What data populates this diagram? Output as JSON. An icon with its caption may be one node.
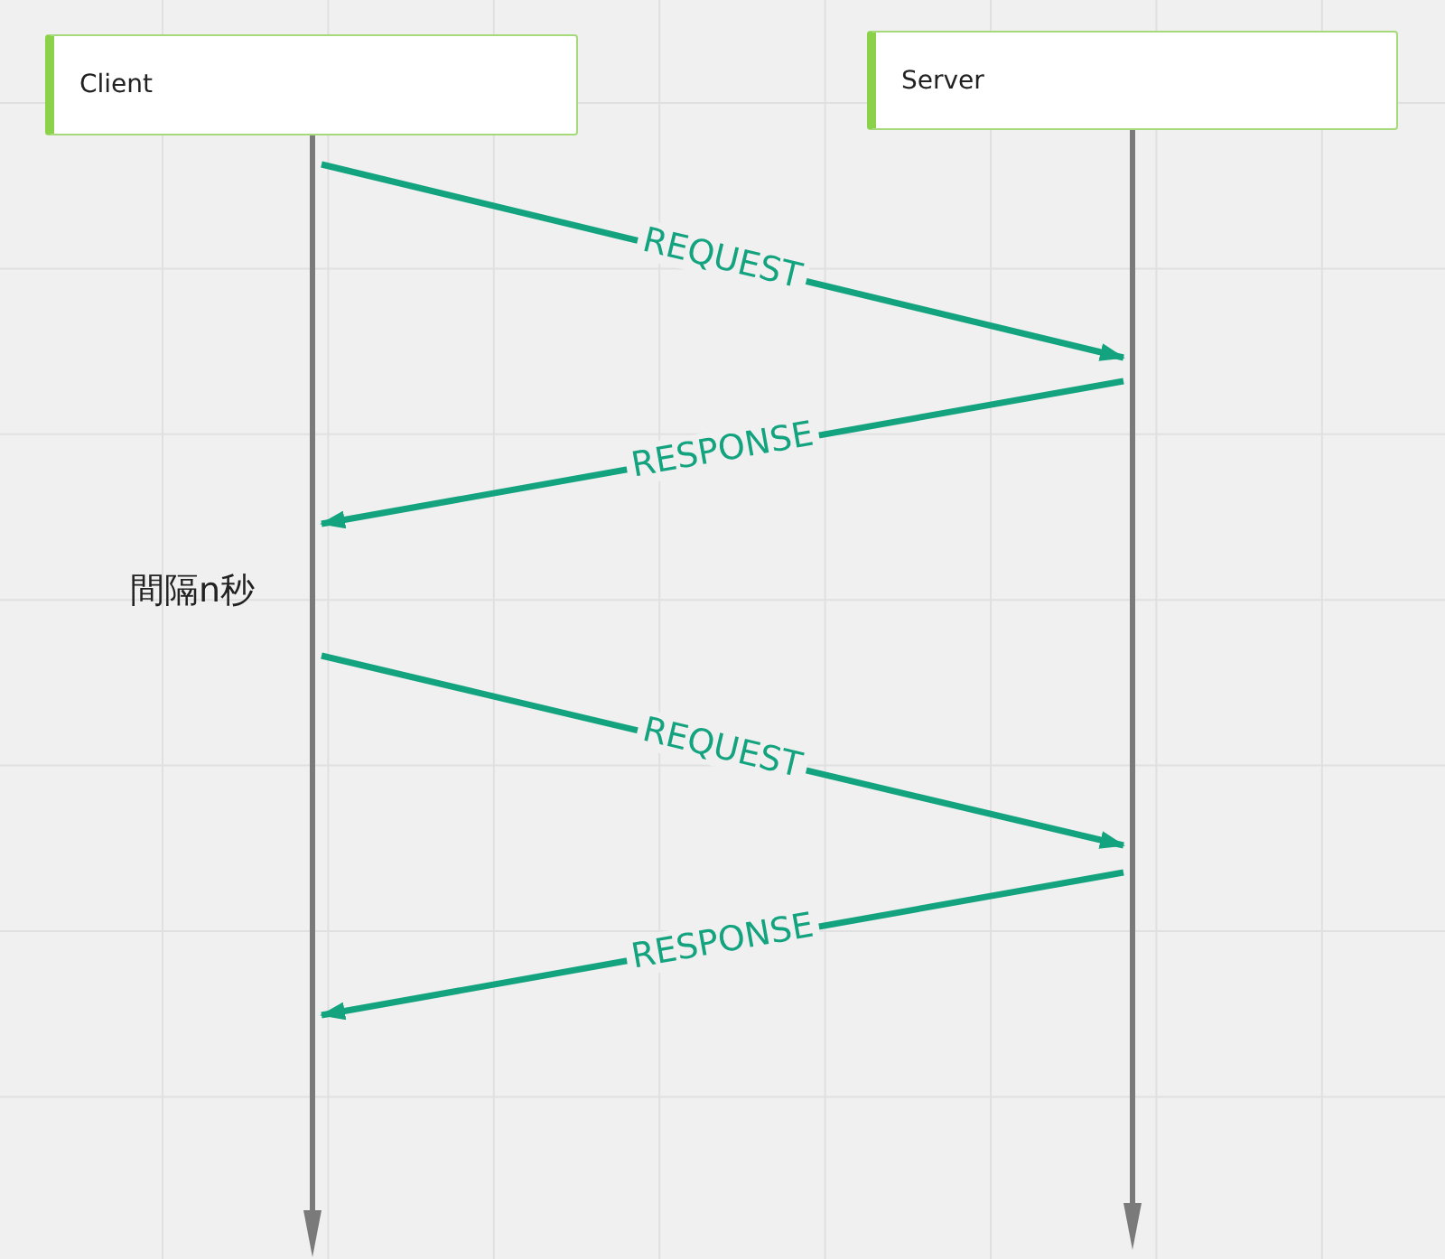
{
  "diagram": {
    "nodes": [
      {
        "text": [
          "Client"
        ]
      },
      {
        "text": [
          "Server"
        ]
      },
      {
        "text": [],
        "shape": "bar"
      },
      {
        "text": [],
        "shape": "bar"
      }
    ],
    "edges": [
      {
        "from": 2,
        "to": 3,
        "arrow": "to",
        "label": "REQUEST"
      },
      {
        "from": 3,
        "to": 2,
        "arrow": "to",
        "label": "RESPONSE"
      },
      {
        "from": 2,
        "to": 3,
        "arrow": "to",
        "label": "REQUEST"
      },
      {
        "from": 3,
        "to": 2,
        "arrow": "to",
        "label": "RESPONSE"
      }
    ],
    "labels": [
      "間隔n秒"
    ]
  }
}
